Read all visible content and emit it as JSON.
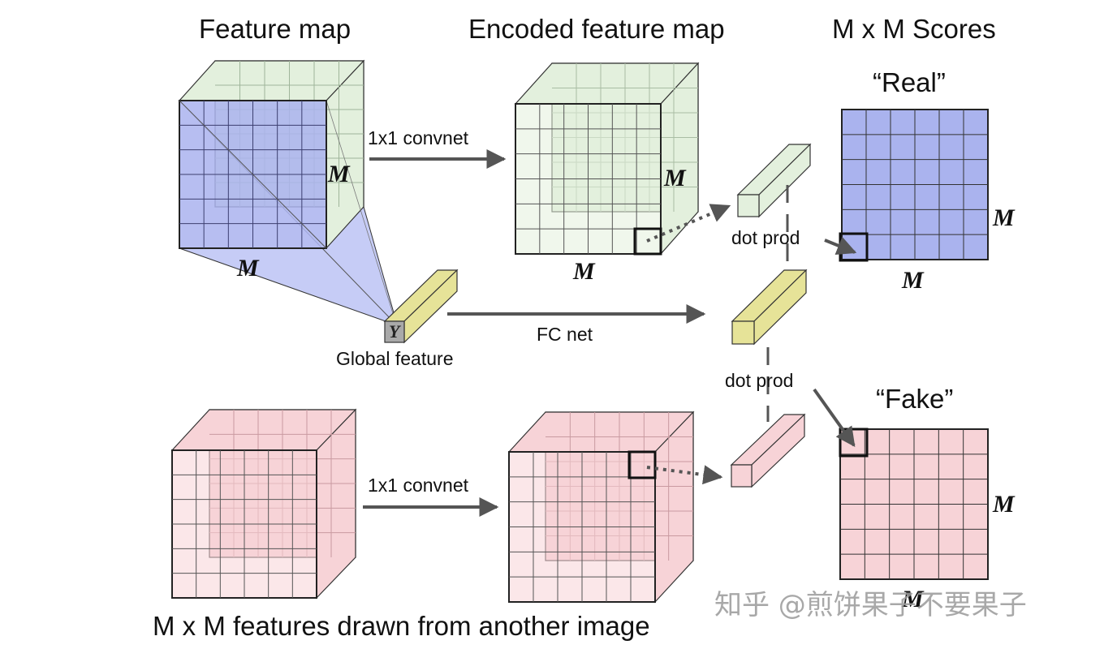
{
  "headings": {
    "feature_map": "Feature map",
    "encoded_feature_map": "Encoded feature map",
    "scores": "M x M Scores"
  },
  "labels": {
    "conv_top": "1x1 convnet",
    "conv_bottom": "1x1 convnet",
    "fc_net": "FC net",
    "global_feature": "Global feature",
    "dot_prod_top": "dot prod",
    "dot_prod_bottom": "dot prod",
    "real": "“Real”",
    "fake": "“Fake”",
    "bottom_caption": "M x M features drawn from another image"
  },
  "math": {
    "m": "M",
    "y": "Y"
  },
  "watermark": "知乎 @煎饼果子不要果子",
  "colors": {
    "blue_fill": "#aab3ee",
    "blue_light": "#c6ccf6",
    "green_fill": "#e3f0dd",
    "pink_fill": "#f7d3d7",
    "yellow_fill": "#e6e398",
    "gray_fill": "#a9a9a9",
    "arrow": "#555555"
  }
}
